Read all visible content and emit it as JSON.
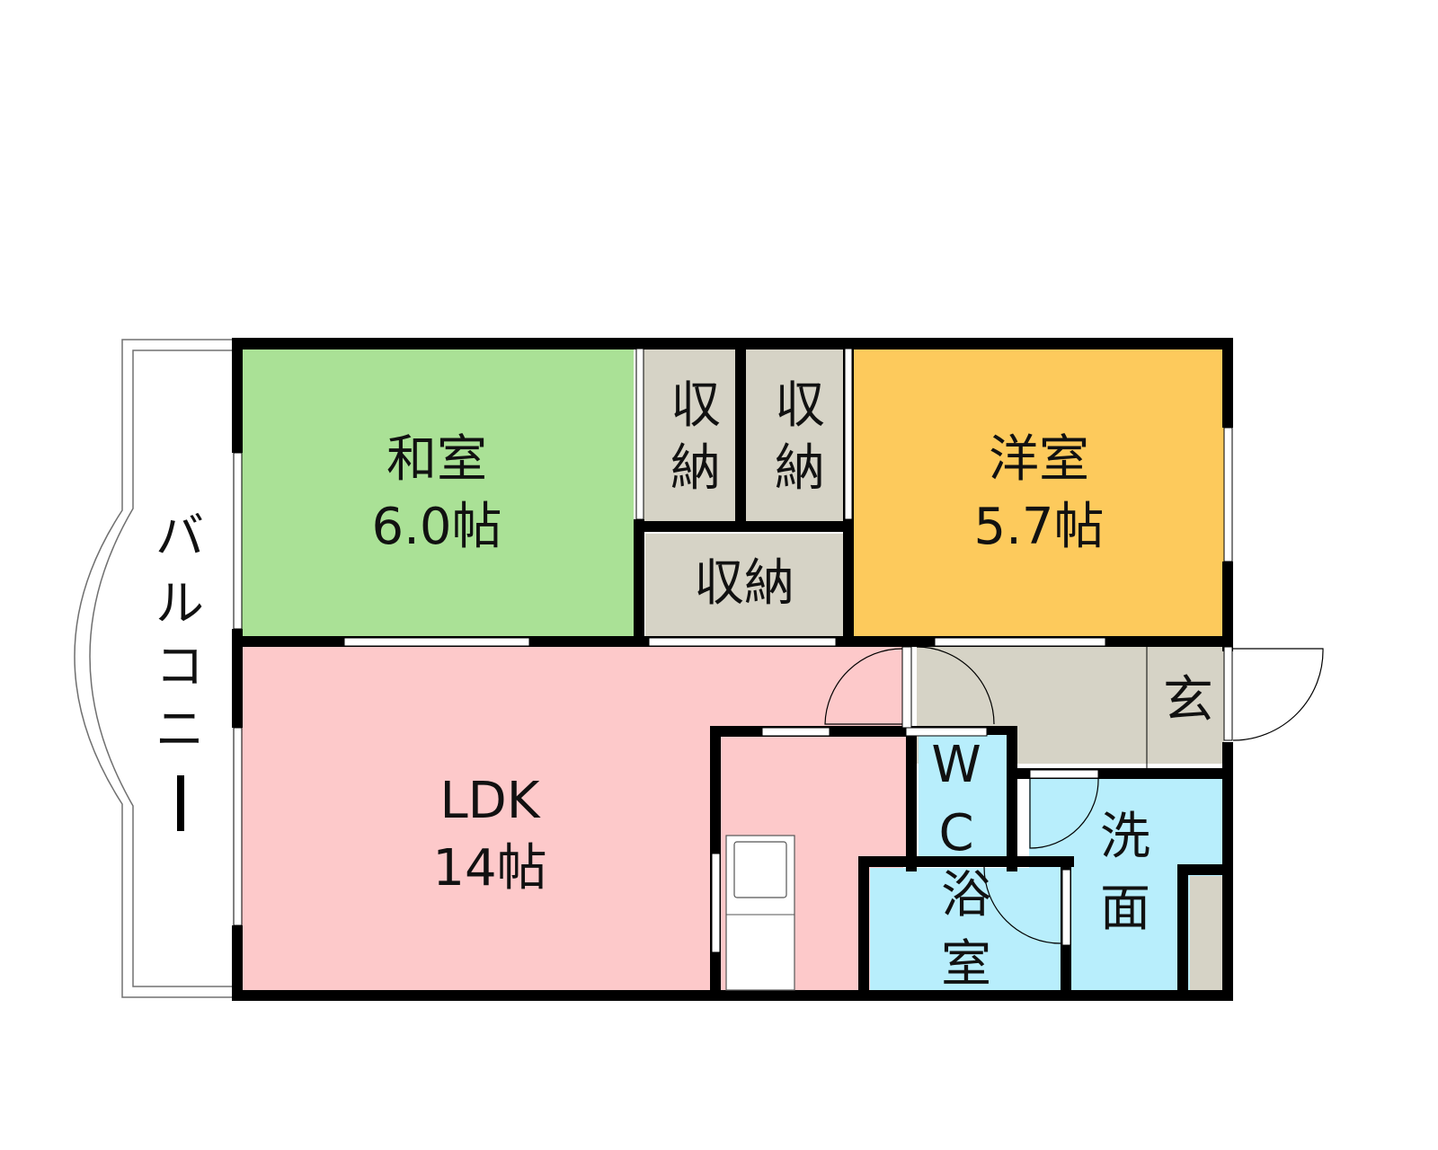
{
  "colors": {
    "wall": "#000000",
    "washitsu": "#aae196",
    "youshitsu": "#fdca5c",
    "ldk": "#fdc9ca",
    "storage": "#d6d3c6",
    "water": "#b8eefc",
    "balcony": "#ffffff",
    "outline": "#707070"
  },
  "rooms": {
    "washitsu": {
      "name": "和室",
      "size": "6.0帖"
    },
    "youshitsu": {
      "name": "洋室",
      "size": "5.7帖"
    },
    "storage_1": {
      "line1": "収",
      "line2": "納"
    },
    "storage_2": {
      "line1": "収",
      "line2": "納"
    },
    "storage_3": {
      "name": "収納"
    },
    "ldk": {
      "name": "LDK",
      "size": "14帖"
    },
    "entrance": {
      "name": "玄"
    },
    "wc": {
      "line1": "W",
      "line2": "C"
    },
    "bath": {
      "line1": "浴",
      "line2": "室"
    },
    "washroom": {
      "line1": "洗",
      "line2": "面"
    },
    "balcony": {
      "chars": [
        "バ",
        "ル",
        "コ",
        "ニ",
        "ー"
      ]
    }
  }
}
